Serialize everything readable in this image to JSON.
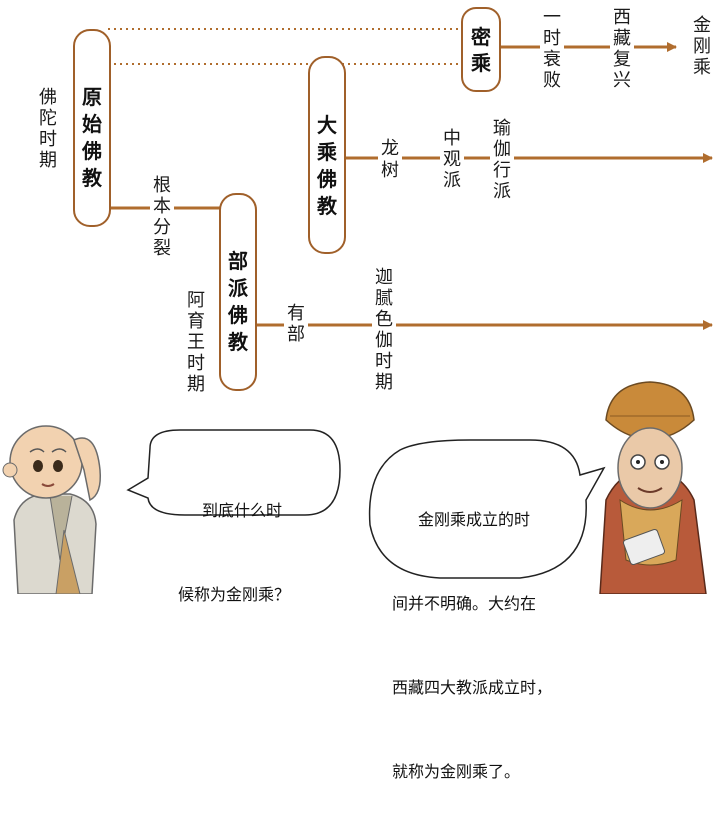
{
  "colors": {
    "line": "#b06d2e",
    "box_stroke": "#a0602a",
    "dotted": "#b06d2e"
  },
  "labels": {
    "early_period": [
      "佛",
      "陀",
      "时",
      "期"
    ],
    "schism": [
      "根",
      "本",
      "分",
      "裂"
    ],
    "ashoka": [
      "阿",
      "育",
      "王",
      "时",
      "期"
    ],
    "sarvastivada": [
      "有",
      "部"
    ],
    "kanishka": [
      "迦",
      "腻",
      "色",
      "伽",
      "时",
      "期"
    ],
    "nagarjuna": [
      "龙",
      "树"
    ],
    "madhyamaka": [
      "中",
      "观",
      "派"
    ],
    "yogacara": [
      "瑜",
      "伽",
      "行",
      "派"
    ],
    "decline": [
      "一",
      "时",
      "衰",
      "败"
    ],
    "tibet_revival": [
      "西",
      "藏",
      "复",
      "兴"
    ],
    "vajrayana_end": [
      "金",
      "刚",
      "乘"
    ]
  },
  "boxes": {
    "primitive": [
      "原",
      "始",
      "佛",
      "教"
    ],
    "sectarian": [
      "部",
      "派",
      "佛",
      "教"
    ],
    "mahayana": [
      "大",
      "乘",
      "佛",
      "教"
    ],
    "esoteric": [
      "密",
      "乘"
    ]
  },
  "bubbles": {
    "question": [
      "到底什么时",
      "候称为金刚乘？"
    ],
    "answer": [
      "金刚乘成立的时",
      "间并不明确。大约在",
      "西藏四大教派成立时，",
      "就称为金刚乘了。"
    ]
  },
  "icons": {
    "monk_child": "child-monk-icon",
    "monk_elder": "elder-lama-icon"
  }
}
